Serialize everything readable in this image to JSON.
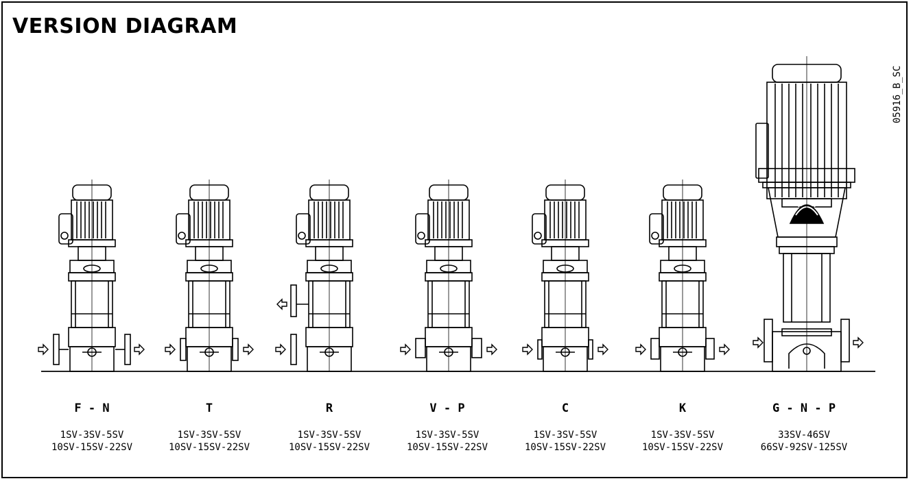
{
  "title": "VERSION DIAGRAM",
  "drawing_code": "05916_B_SC",
  "pumps": [
    {
      "version": "F - N",
      "models_line1": "1SV-3SV-5SV",
      "models_line2": "10SV-15SV-22SV"
    },
    {
      "version": "T",
      "models_line1": "1SV-3SV-5SV",
      "models_line2": "10SV-15SV-22SV"
    },
    {
      "version": "R",
      "models_line1": "1SV-3SV-5SV",
      "models_line2": "10SV-15SV-22SV"
    },
    {
      "version": "V - P",
      "models_line1": "1SV-3SV-5SV",
      "models_line2": "10SV-15SV-22SV"
    },
    {
      "version": "C",
      "models_line1": "1SV-3SV-5SV",
      "models_line2": "10SV-15SV-22SV"
    },
    {
      "version": "K",
      "models_line1": "1SV-3SV-5SV",
      "models_line2": "10SV-15SV-22SV"
    },
    {
      "version": "G - N - P",
      "models_line1": "33SV-46SV",
      "models_line2": "66SV-92SV-125SV"
    }
  ],
  "colors": {
    "line": "#000000",
    "background": "#ffffff"
  }
}
